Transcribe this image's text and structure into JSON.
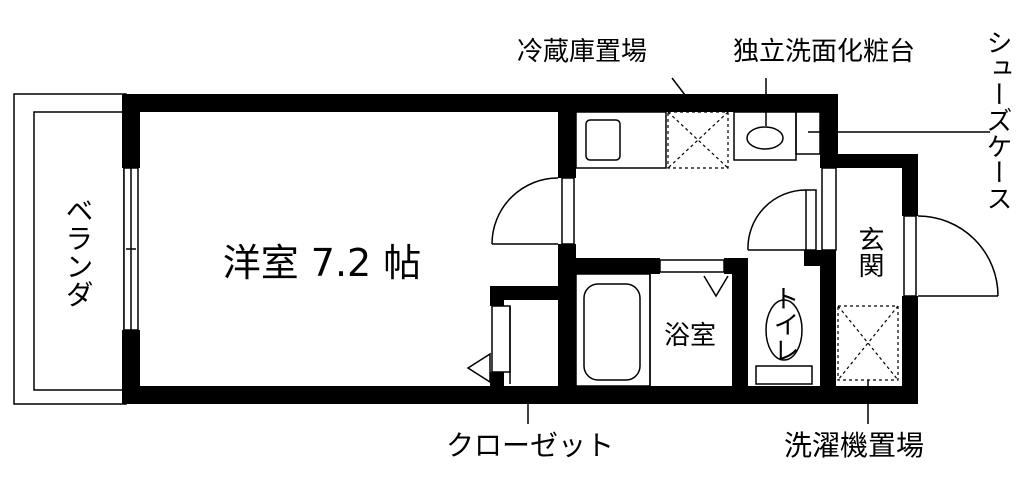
{
  "rooms": {
    "western_room": "洋室 7.2 帖",
    "veranda": "ベランダ",
    "bathroom": "浴室",
    "toilet": "トイレ",
    "entrance": "玄関",
    "closet": "クローゼット"
  },
  "callouts": {
    "fridge_space": "冷蔵庫置場",
    "vanity": "独立洗面化粧台",
    "shoe_case": "シューズケース",
    "washer_space": "洗濯機置場"
  },
  "colors": {
    "wall": "#000000",
    "background": "#ffffff"
  }
}
